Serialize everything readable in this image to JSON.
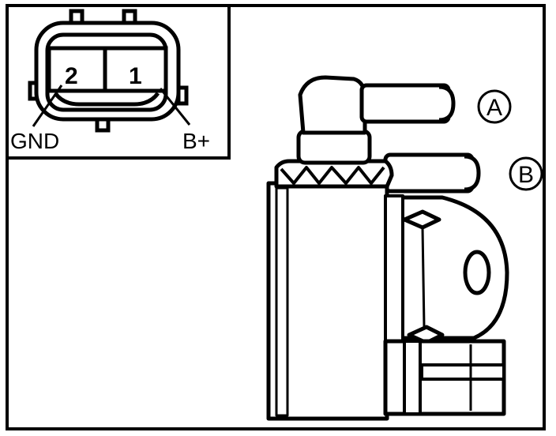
{
  "inset": {
    "pin_2": "2",
    "pin_1": "1",
    "left_terminal": "GND",
    "right_terminal": "B+"
  },
  "ports": {
    "a": "A",
    "b": "B"
  },
  "colors": {
    "ink": "#000000",
    "paper": "#ffffff"
  }
}
